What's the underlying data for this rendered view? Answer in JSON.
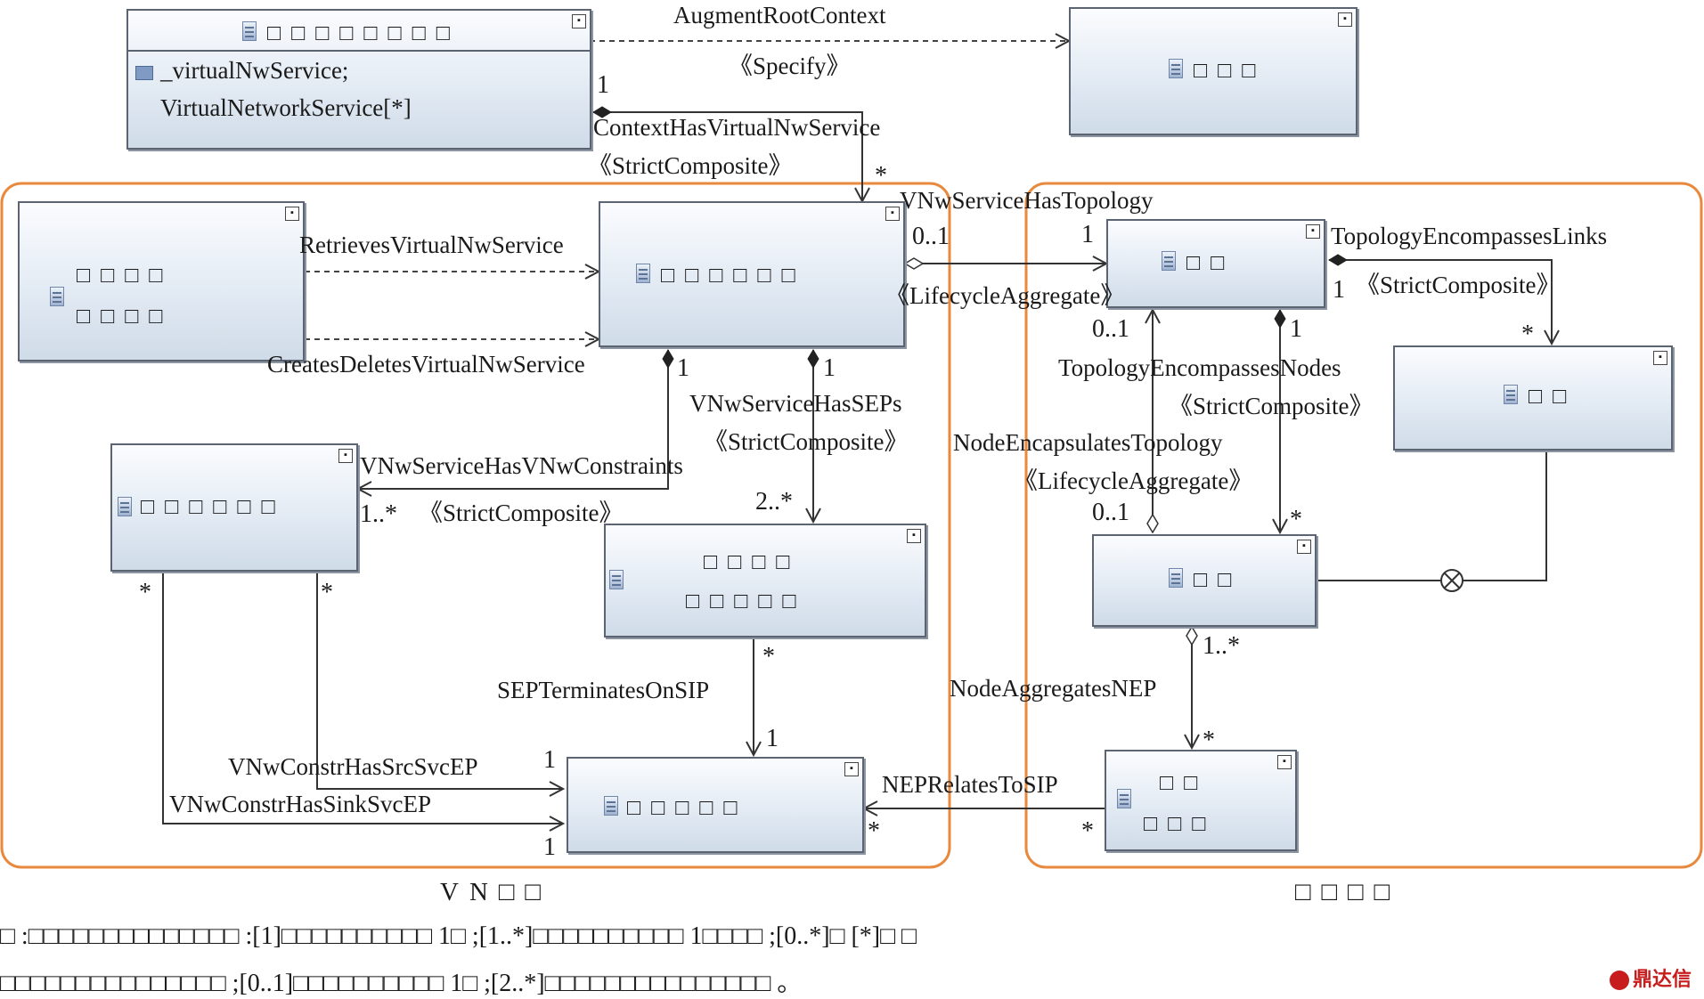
{
  "boxes": {
    "context": {
      "title": "□□□□□□□□",
      "attr_icon": "attribute-icon",
      "attr1": "_virtualNwService;",
      "attr2": "VirtualNetworkService[*]"
    },
    "root": {
      "title": "□□□"
    },
    "client": {
      "line1": "□□□□",
      "line2": "□□□□"
    },
    "vnservice": {
      "title": "□□□□□□"
    },
    "vnconstraint": {
      "title": "□□□□□□"
    },
    "sep": {
      "line1": "□□□□",
      "line2": "□□□□□"
    },
    "sip": {
      "title": "□□□□□"
    },
    "topology": {
      "title": "□□"
    },
    "link": {
      "title": "□□"
    },
    "node": {
      "title": "□□"
    },
    "nep": {
      "line1": "□□",
      "line2": "□□□"
    }
  },
  "relations": {
    "augment": "AugmentRootContext",
    "specify": "《Specify》",
    "ctx_has_vns": "ContextHasVirtualNwService",
    "strict_1": "《StrictComposite》",
    "retrieves": "RetrievesVirtualNwService",
    "createsdeletes": "CreatesDeletesVirtualNwService",
    "has_topology": "VNwServiceHasTopology",
    "lifecycle_1": "《LifecycleAggregate》",
    "has_seps": "VNwServiceHasSEPs",
    "strict_2": "《StrictComposite》",
    "has_constraints": "VNwServiceHasVNwConstraints",
    "strict_3": "《StrictComposite》",
    "sep_on_sip": "SEPTerminatesOnSIP",
    "src_svc": "VNwConstrHasSrcSvcEP",
    "sink_svc": "VNwConstrHasSinkSvcEP",
    "links": "TopologyEncompassesLinks",
    "strict_4": "《StrictComposite》",
    "nodes": "TopologyEncompassesNodes",
    "strict_5": "《StrictComposite》",
    "node_topology": "NodeEncapsulatesTopology",
    "lifecycle_2": "《LifecycleAggregate》",
    "node_nep": "NodeAggregatesNEP",
    "nep_sip": "NEPRelatesToSIP"
  },
  "multiplicities": {
    "m_ctx_1": "1",
    "m_ctx_star": "*",
    "m_topo_01": "0..1",
    "m_topo_1": "1",
    "m_links_1": "1",
    "m_links_star": "*",
    "m_nodes_1": "1",
    "m_nodes_star": "*",
    "m_nt_01a": "0..1",
    "m_nt_01b": "0..1",
    "m_con_1": "1",
    "m_con_1n": "1..*",
    "m_sep_1": "1",
    "m_sep_2n": "2..*",
    "m_vc_star_a": "*",
    "m_vc_star_b": "*",
    "m_sepsip_star": "*",
    "m_sepsip_1": "1",
    "m_src_1": "1",
    "m_sink_1": "1",
    "m_nn_1n": "1..*",
    "m_nn_star": "*",
    "m_ns_star_a": "*",
    "m_ns_star_b": "*"
  },
  "zones": {
    "left": "VN□□",
    "right": "□□□□"
  },
  "caption": {
    "line1": "□ :□□□□□□□□□□□□□□ :[1]□□□□□□□□□□ 1□ ;[1..*]□□□□□□□□□□ 1□□□□ ;[0..*]□ [*]□ □",
    "line2": "□□□□□□□□□□□□□□□ ;[0..1]□□□□□□□□□□ 1□ ;[2..*]□□□□□□□□□□□□□□□ 。"
  },
  "watermark": "鼎达信",
  "colors": {
    "zone_border": "#e8893d",
    "box_border": "#5b6470",
    "line": "#333333"
  }
}
